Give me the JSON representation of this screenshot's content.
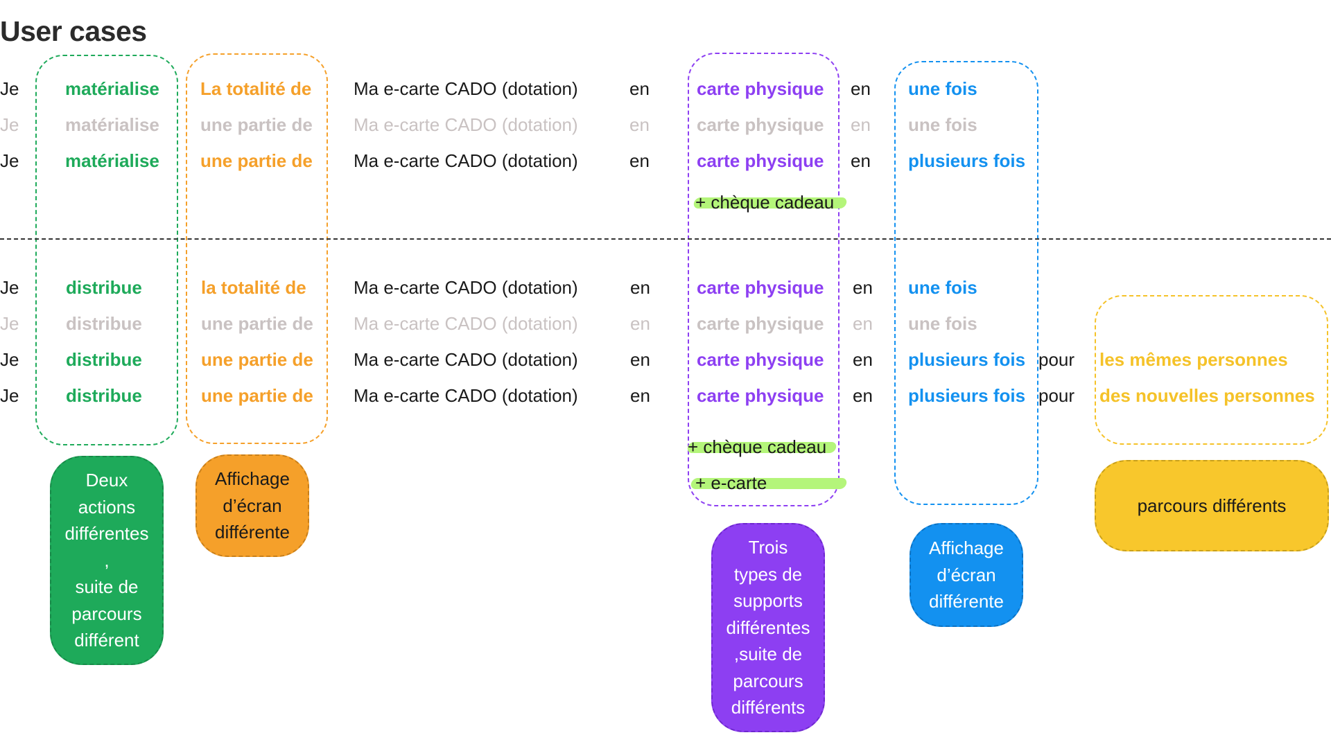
{
  "title": "User cases",
  "colors": {
    "green": "#1eaa5a",
    "orange": "#f5a02a",
    "purple": "#8d3ff2",
    "blue": "#1391f0",
    "yellow": "#f5c228",
    "dim": "#c9c2c2",
    "highlight": "#b4f57a"
  },
  "top_rows": [
    {
      "je": "Je",
      "verb": "matérialise",
      "amount": "La totalité de",
      "card": "Ma e-carte CADO (dotation)",
      "en1": "en",
      "support": "carte physique",
      "en2": "en",
      "freq": "une fois"
    },
    {
      "je": "Je",
      "verb": "matérialise",
      "amount": "une partie de",
      "card": "Ma e-carte CADO (dotation)",
      "en1": "en",
      "support": "carte physique",
      "en2": "en",
      "freq": "une fois"
    },
    {
      "je": "Je",
      "verb": "matérialise",
      "amount": "une partie de",
      "card": "Ma e-carte CADO (dotation)",
      "en1": "en",
      "support": "carte physique",
      "en2": "en",
      "freq": "plusieurs fois"
    }
  ],
  "top_extra": "+ chèque cadeau",
  "bottom_rows": [
    {
      "je": "Je",
      "verb": "distribue",
      "amount": "la totalité de",
      "card": "Ma e-carte CADO (dotation)",
      "en1": "en",
      "support": "carte physique",
      "en2": "en",
      "freq": "une fois"
    },
    {
      "je": "Je",
      "verb": "distribue",
      "amount": "une partie de",
      "card": "Ma e-carte CADO (dotation)",
      "en1": "en",
      "support": "carte physique",
      "en2": "en",
      "freq": "une fois"
    },
    {
      "je": "Je",
      "verb": "distribue",
      "amount": "une partie de",
      "card": "Ma e-carte CADO (dotation)",
      "en1": "en",
      "support": "carte physique",
      "en2": "en",
      "freq": "plusieurs fois",
      "pour": "pour",
      "target": "les mêmes personnes"
    },
    {
      "je": "Je",
      "verb": "distribue",
      "amount": "une partie de",
      "card": "Ma e-carte CADO (dotation)",
      "en1": "en",
      "support": "carte physique",
      "en2": "en",
      "freq": "plusieurs fois",
      "pour": "pour",
      "target": "des nouvelles personnes"
    }
  ],
  "bottom_extras": [
    "+ chèque cadeau",
    "+ e-carte"
  ],
  "notes": {
    "green": [
      "Deux",
      "actions",
      "différentes",
      ",",
      "suite de",
      "parcours",
      "différent"
    ],
    "orange": [
      "Affichage",
      "d’écran",
      "différente"
    ],
    "purple": [
      "Trois",
      "types de",
      "supports",
      "différentes",
      ",suite de",
      "parcours",
      "différents"
    ],
    "blue": [
      "Affichage",
      "d’écran",
      "différente"
    ],
    "yellow": [
      "parcours différents"
    ]
  }
}
